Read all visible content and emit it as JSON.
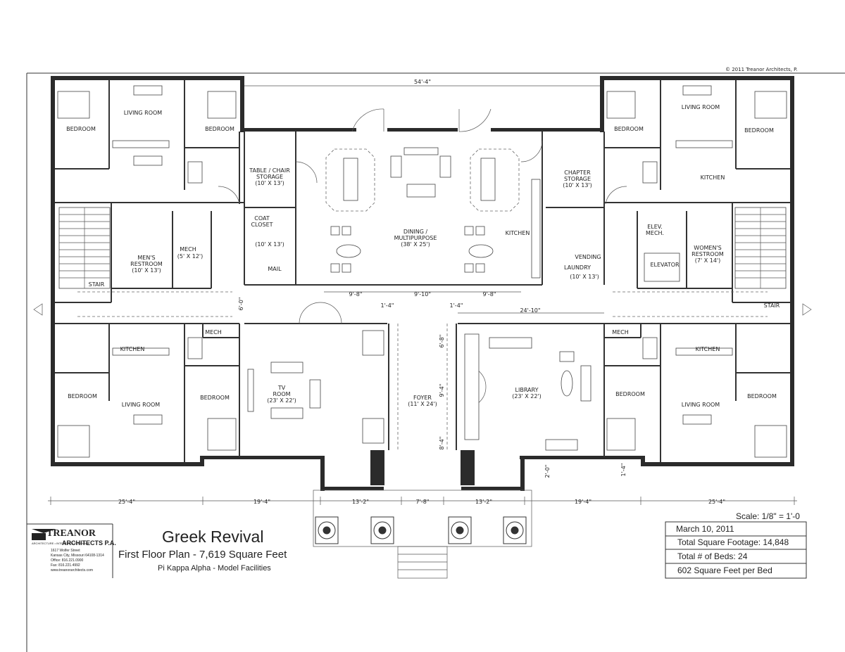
{
  "copyright": "© 2011 Treanor Architects, P.",
  "rooms": {
    "living_room": "LIVING ROOM",
    "bedroom": "BEDROOM",
    "kitchen": "KITCHEN",
    "table_chair": "TABLE / CHAIR",
    "storage": "STORAGE",
    "table_chair_dim": "(10' X 13')",
    "chapter_storage_1": "CHAPTER",
    "chapter_storage_2": "STORAGE",
    "chapter_storage_dim": "(10' X 13')",
    "coat": "COAT",
    "closet": "CLOSET",
    "coat_dim": "(10' X 13')",
    "mail": "MAIL",
    "dining_1": "DINING /",
    "dining_2": "MULTIPURPOSE",
    "dining_dim": "(38' X 25')",
    "kitchen_center": "KITCHEN",
    "vending": "VENDING",
    "laundry": "LAUNDRY",
    "laundry_dim": "(10' X 13')",
    "mens_1": "MEN'S",
    "mens_2": "RESTROOM",
    "mens_dim": "(10' X 13')",
    "mech": "MECH",
    "mech_dim": "(5' X 12')",
    "elev_mech_1": "ELEV.",
    "elev_mech_2": "MECH.",
    "elevator": "ELEVATOR",
    "womens_1": "WOMEN'S",
    "womens_2": "RESTROOM",
    "womens_dim": "(7' X 14')",
    "stair": "STAIR",
    "tv_1": "TV",
    "tv_2": "ROOM",
    "tv_dim": "(23' X 22')",
    "foyer": "FOYER",
    "foyer_dim": "(11' X 24')",
    "library": "LIBRARY",
    "library_dim": "(23' X 22')"
  },
  "dimensions": {
    "top": "54'-4\"",
    "d_9_8_a": "9'-8\"",
    "d_9_10": "9'-10\"",
    "d_9_8_b": "9'-8\"",
    "d_1_4_a": "1'-4\"",
    "d_1_4_b": "1'-4\"",
    "d_24_10": "24'-10\"",
    "d_6_0": "6'-0\"",
    "d_6_8": "6'-8\"",
    "d_9_4": "9'-4\"",
    "d_8_4": "8'-4\"",
    "d_2_0": "2'-0\"",
    "d_1_4_c": "1'-4\"",
    "b_25_4_a": "25'-4\"",
    "b_19_4_a": "19'-4\"",
    "b_13_2_a": "13'-2\"",
    "b_7_8": "7'-8\"",
    "b_13_2_b": "13'-2\"",
    "b_19_4_b": "19'-4\"",
    "b_25_4_b": "25'-4\""
  },
  "scale": "Scale: 1/8\" = 1'-0",
  "title_block": {
    "firm_name": "TREANOR",
    "firm_sub": "ARCHITECTS P.A.",
    "firm_tagline": "ARCHITECTURE • INTERIORS • PLANNING",
    "address_1": "1617 Wolfer Street",
    "address_2": "Kansas City, Missouri 64108-1314",
    "phone": "Office: 816.221.0900",
    "fax": "Fax: 816.221.4992",
    "web": "www.treanorarchitects.com",
    "title": "Greek Revival",
    "subtitle": "First Floor Plan - 7,619 Square Feet",
    "project": "Pi Kappa Alpha - Model Facilities"
  },
  "info_box": {
    "date": "March 10, 2011",
    "total_sqft": "Total Square Footage: 14,848",
    "beds": "Total # of Beds: 24",
    "per_bed": "602 Square Feet per Bed"
  }
}
